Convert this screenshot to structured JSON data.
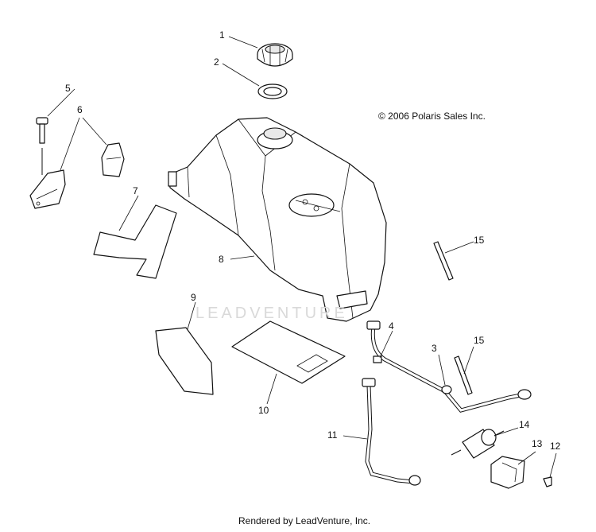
{
  "copyright": "© 2006 Polaris Sales Inc.",
  "watermark": "LEADVENTURE",
  "footer": "Rendered by LeadVenture, Inc.",
  "callouts": [
    "1",
    "2",
    "3",
    "4",
    "5",
    "6",
    "7",
    "8",
    "9",
    "10",
    "11",
    "12",
    "13",
    "14",
    "15",
    "15"
  ]
}
